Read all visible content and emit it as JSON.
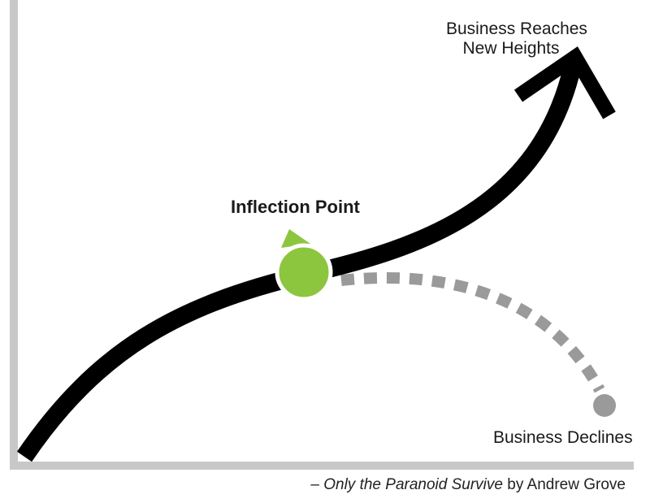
{
  "labels": {
    "growth_line1": "Business Reaches",
    "growth_line2": "New Heights",
    "inflection": "Inflection Point",
    "decline": "Business Declines"
  },
  "caption": {
    "prefix": "– ",
    "title": "Only the Paranoid Survive",
    "suffix": " by Andrew Grove"
  },
  "colors": {
    "axis": "#c8c8c8",
    "growth_curve": "#000000",
    "decline_curve": "#9a9a9a",
    "inflection_dot": "#8cc63f"
  }
}
